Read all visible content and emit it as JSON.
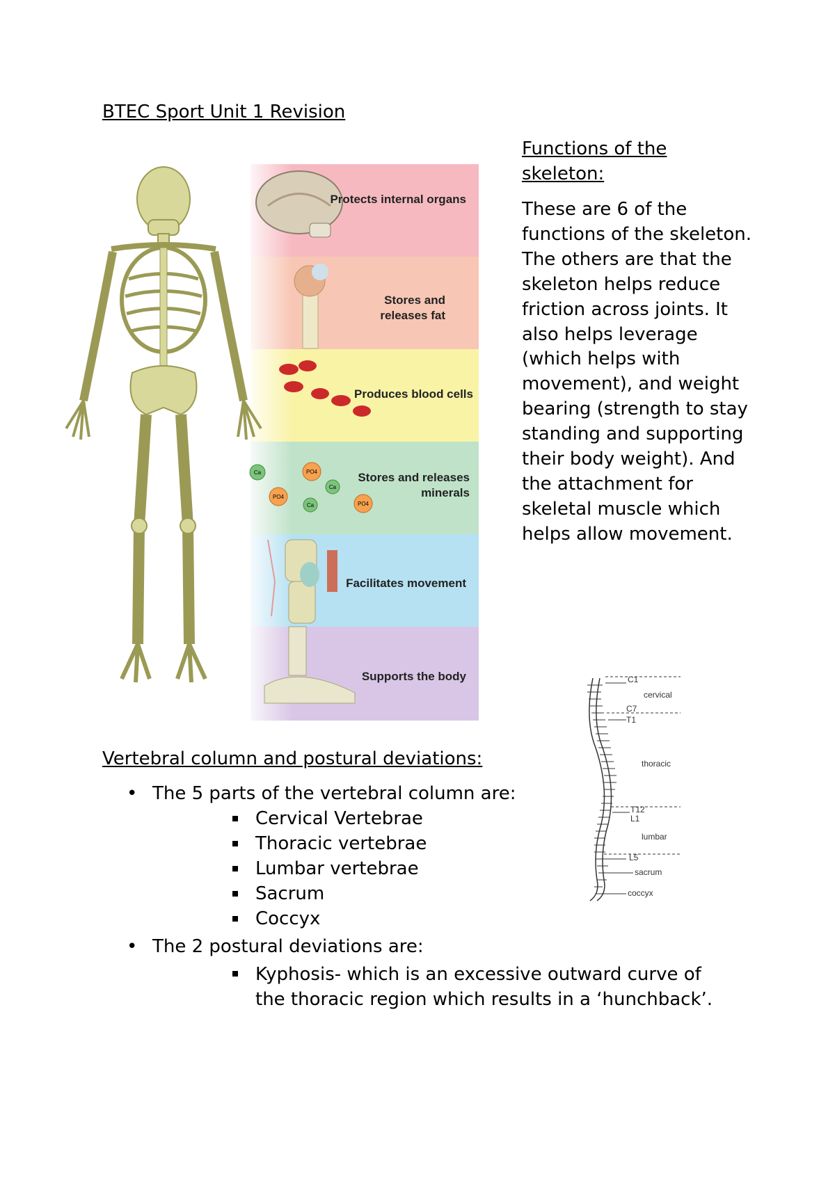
{
  "title": "BTEC Sport Unit 1 Revision",
  "skeleton_figure": {
    "labels": [
      "Protects internal organs",
      "Stores and releases fat",
      "Produces blood cells",
      "Stores and releases minerals",
      "Facilitates movement",
      "Supports the body"
    ],
    "band_colors": [
      "#f7b9c0",
      "#f8c6b4",
      "#f9f3a6",
      "#bfe2c9",
      "#b6e1f2",
      "#d9c6e6"
    ],
    "bone_color": "#d8d89a",
    "mineral_labels": [
      "Ca",
      "PO4",
      "Ca",
      "PO4",
      "Ca",
      "PO4"
    ]
  },
  "functions": {
    "heading": "Functions of the skeleton:",
    "body": "These are 6 of the functions of the skeleton. The others are that the skeleton helps reduce friction across joints. It also helps leverage (which helps with movement), and weight bearing (strength to stay standing and supporting their body weight). And the attachment for skeletal muscle which helps allow movement."
  },
  "spine_figure": {
    "labels": [
      "C1",
      "cervical",
      "C7",
      "T1",
      "thoracic",
      "T12",
      "L1",
      "lumbar",
      "L5",
      "sacrum",
      "coccyx"
    ]
  },
  "vertebral": {
    "heading": "Vertebral column and postural deviations:",
    "bullet1": "The 5 parts of the vertebral column are:",
    "parts": [
      "Cervical Vertebrae",
      "Thoracic vertebrae",
      "Lumbar vertebrae",
      "Sacrum",
      "Coccyx"
    ],
    "bullet2": "The 2 postural deviations are:",
    "deviations": [
      "Kyphosis- which is an excessive outward curve of the thoracic region which results in a ‘hunchback’."
    ]
  }
}
